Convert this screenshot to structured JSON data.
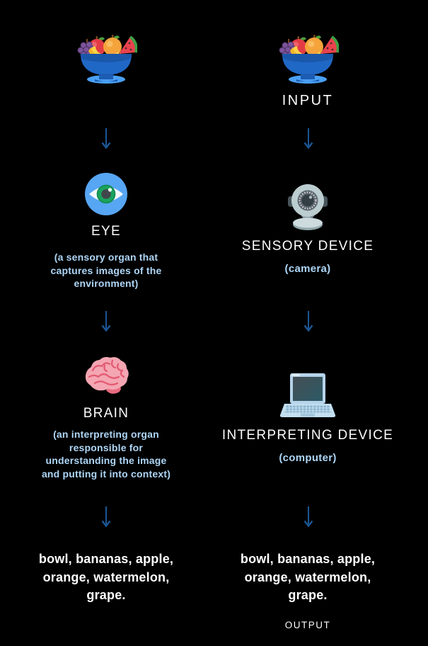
{
  "diagram": {
    "background_color": "#000000",
    "arrow_color": "#1b5796",
    "title_color": "#fcfcfc",
    "description_color": "#aed6f7",
    "human_column": {
      "input_icon": "fruit-bowl-icon",
      "stage1": {
        "icon": "eye-icon",
        "title": "EYE",
        "description_lines": [
          "(a sensory organ that",
          "captures images of the",
          "environment)"
        ]
      },
      "stage2": {
        "icon": "brain-icon",
        "title": "BRAIN",
        "description_lines": [
          "(an interpreting organ",
          "responsible for",
          "understanding the image",
          "and putting it into context)"
        ]
      },
      "output_lines": [
        "bowl, bananas, apple,",
        "orange, watermelon,",
        "grape."
      ]
    },
    "machine_column": {
      "input_icon": "fruit-bowl-icon",
      "input_label": "INPUT",
      "stage1": {
        "icon": "webcam-icon",
        "title": "SENSORY DEVICE",
        "subtitle": "(camera)"
      },
      "stage2": {
        "icon": "laptop-icon",
        "title": "INTERPRETING DEVICE",
        "subtitle": "(computer)"
      },
      "output_lines": [
        "bowl, bananas, apple,",
        "orange, watermelon,",
        "grape."
      ],
      "output_label": "OUTPUT"
    }
  }
}
